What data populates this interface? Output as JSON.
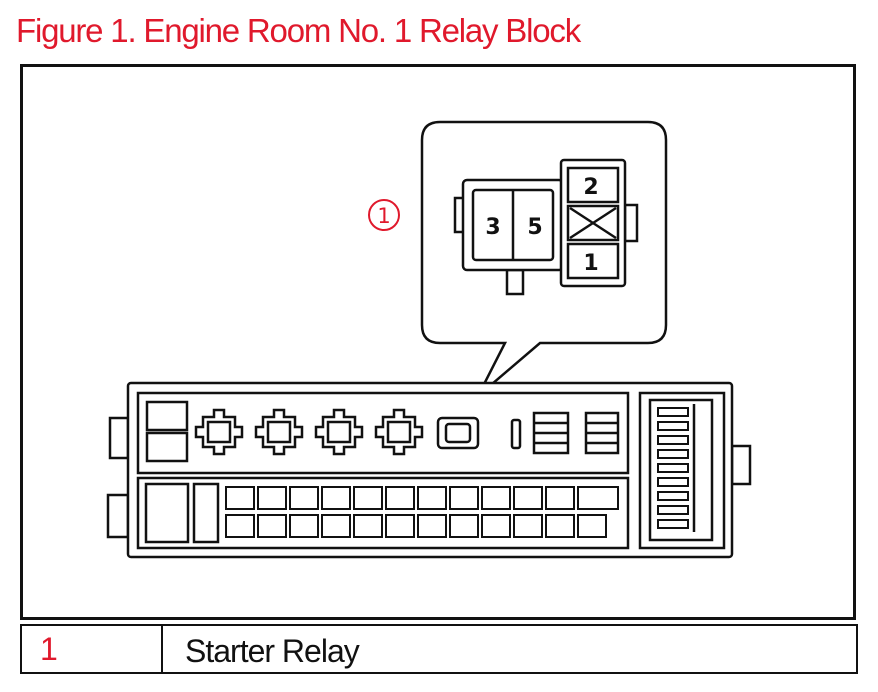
{
  "figure": {
    "title": "Figure 1. Engine Room No. 1 Relay Block"
  },
  "callout": {
    "marker": "1",
    "terminals": {
      "t3": "3",
      "t5": "5",
      "t2": "2",
      "t1": "1"
    }
  },
  "legend": {
    "rows": [
      {
        "number": "1",
        "label": "Starter Relay"
      }
    ]
  },
  "colors": {
    "accent": "#e0192c",
    "line": "#111111"
  }
}
